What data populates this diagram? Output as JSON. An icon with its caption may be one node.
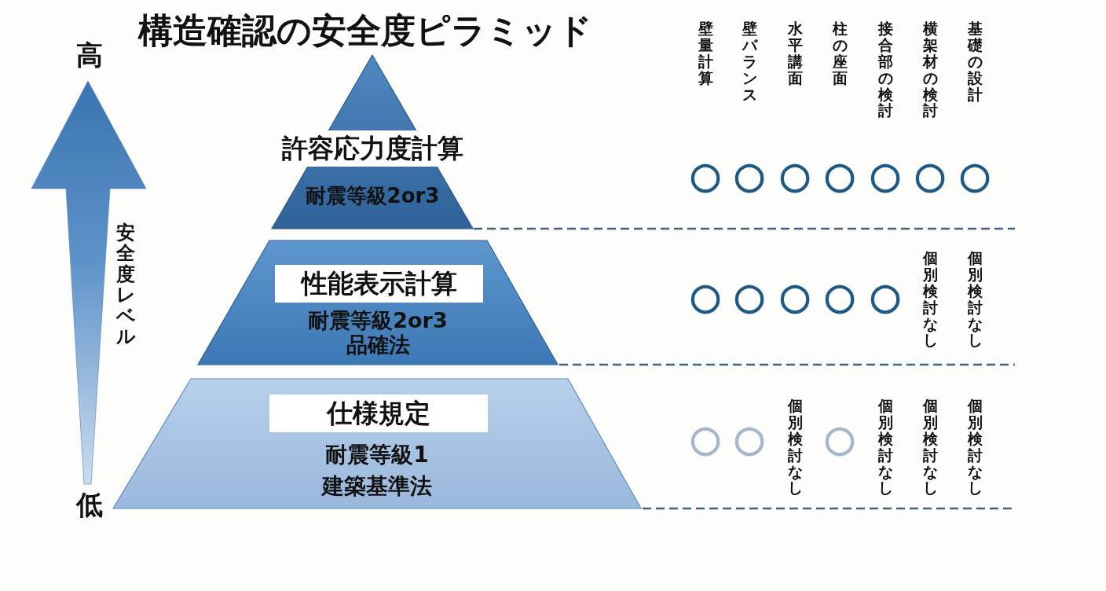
{
  "diagram": {
    "title": "構造確認の安全度ピラミッド",
    "nodes": [
      {
        "text": [
          "許容応力度計算",
          "耐震等級2or3"
        ]
      },
      {
        "text": [
          "性能表示計算",
          "耐震等級2or3",
          "品確法"
        ]
      },
      {
        "text": [
          "仕様規定",
          "耐震等級1",
          "建築基準法"
        ]
      }
    ],
    "labels": [
      "高",
      "安全度レベル",
      "低",
      "壁量計算",
      "壁バランス",
      "水平講面",
      "柱の座面",
      "接合部の検討",
      "横架材の検討",
      "基礎の設計",
      "○",
      "○",
      "○",
      "○",
      "○",
      "○",
      "○",
      "○",
      "○",
      "○",
      "○",
      "○",
      "個別検討なし",
      "個別検討なし",
      "○",
      "○",
      "個別検討なし",
      "○",
      "個別検討なし",
      "個別検討なし",
      "個別検討なし"
    ]
  }
}
